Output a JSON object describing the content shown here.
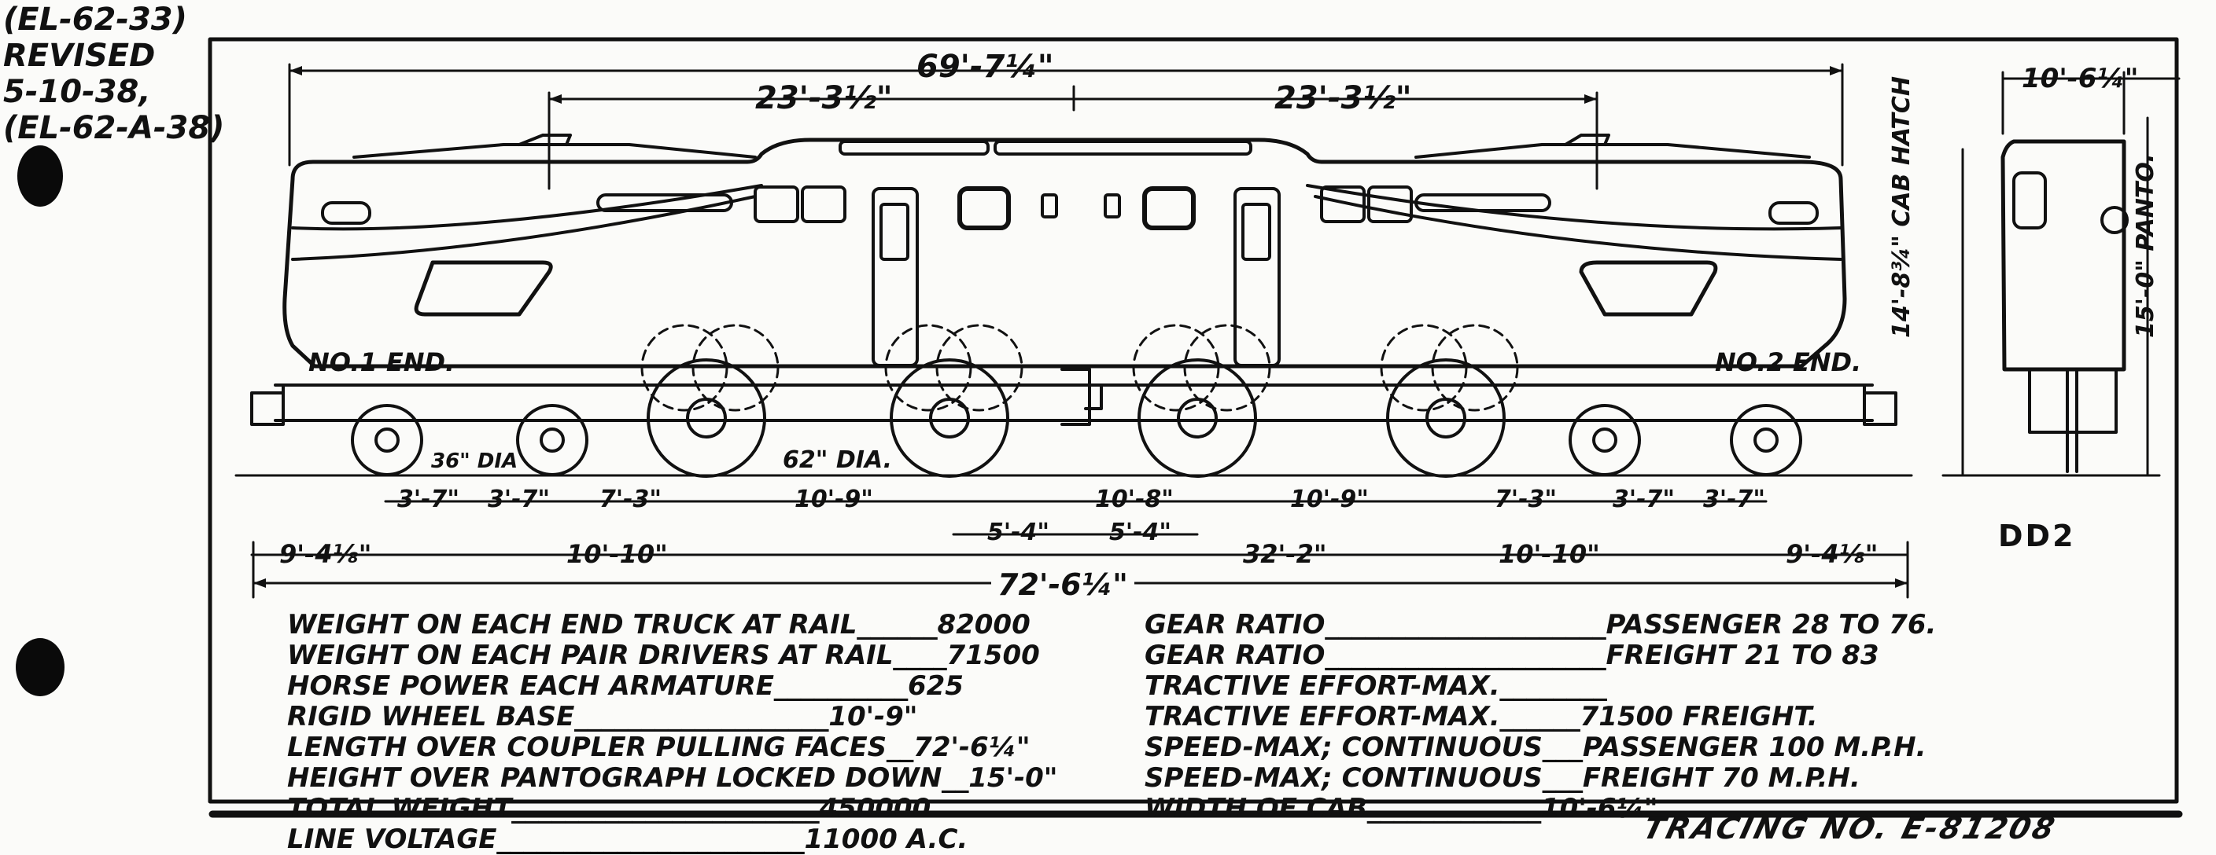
{
  "corner_note": [
    "(EL-62-33)",
    "REVISED",
    "5-10-38,",
    "(EL-62-A-38)"
  ],
  "dimensions": {
    "overall_body": "69'-7¼\"",
    "half_left": "23'-3½\"",
    "half_right": "23'-3½\"",
    "end_width": "10'-6¼\"",
    "cab_height": "14'-8¾\" CAB HATCH",
    "panto_height": "15'-0\" PANTO.",
    "overall_coupler": "72'-6¼\"",
    "row1": [
      "3'-7\"",
      "3'-7\"",
      "7'-3\"",
      "10'-9\"",
      "10'-8\"",
      "10'-9\"",
      "7'-3\"",
      "3'-7\"",
      "3'-7\""
    ],
    "row2": [
      "5'-4\"",
      "5'-4\""
    ],
    "row3": [
      "9'-4⅛\"",
      "10'-10\"",
      "32'-2\"",
      "10'-10\"",
      "9'-4⅛\""
    ]
  },
  "wheel_labels": {
    "small": "36\" DIA",
    "large": "62\" DIA."
  },
  "end_labels": {
    "left": "NO.1 END.",
    "right": "NO.2 END."
  },
  "class_label": "DD2",
  "specs_left": [
    "WEIGHT ON EACH END TRUCK AT RAIL______82000",
    "WEIGHT ON EACH PAIR DRIVERS AT RAIL____71500",
    "HORSE POWER EACH ARMATURE__________625",
    "RIGID WHEEL BASE___________________10'-9\"",
    "LENGTH OVER COUPLER PULLING FACES__72'-6¼\"",
    "HEIGHT OVER PANTOGRAPH LOCKED DOWN__15'-0\"",
    "TOTAL WEIGHT_______________________450000",
    "LINE VOLTAGE_______________________11000 A.C."
  ],
  "specs_right": [
    "GEAR RATIO_____________________PASSENGER 28 TO 76.",
    "GEAR RATIO_____________________FREIGHT 21 TO 83",
    "TRACTIVE EFFORT-MAX.________",
    "TRACTIVE EFFORT-MAX.______71500 FREIGHT.",
    "SPEED-MAX; CONTINUOUS___PASSENGER 100 M.P.H.",
    "SPEED-MAX; CONTINUOUS___FREIGHT 70 M.P.H.",
    "WIDTH OF CAB_____________10'-6¼\""
  ],
  "tracing_label": "TRACING NO. E-81208"
}
